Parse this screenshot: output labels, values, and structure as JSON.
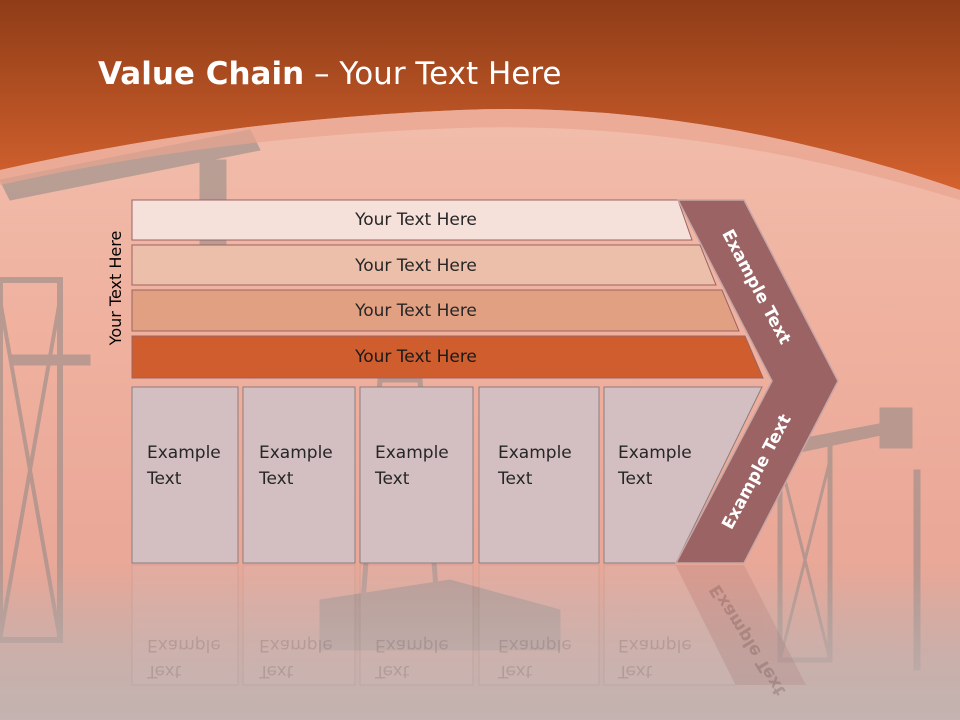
{
  "slide": {
    "title_bold": "Value Chain",
    "title_rest": " – Your Text Here",
    "vertical_label": "Your Text Here",
    "rows": [
      {
        "label": "Your Text Here",
        "color": "#f5e0da"
      },
      {
        "label": "Your Text Here",
        "color": "#ecbfaa"
      },
      {
        "label": "Your Text Here",
        "color": "#e2a083"
      },
      {
        "label": "Your Text Here",
        "color": "#cf5d2e"
      }
    ],
    "boxes": [
      {
        "line1": "Example",
        "line2": "Text"
      },
      {
        "line1": "Example",
        "line2": "Text"
      },
      {
        "line1": "Example",
        "line2": "Text"
      },
      {
        "line1": "Example",
        "line2": "Text"
      },
      {
        "line1": "Example",
        "line2": "Text"
      }
    ],
    "chevron_top": "Example Text",
    "chevron_bottom": "Example Text",
    "colors": {
      "header_top": "#8f3c17",
      "header_bottom": "#d4622f",
      "sky": "#efb8a6",
      "box_fill": "#d3bfc1",
      "chevron": "#9b6363",
      "silhouette": "#8d8886"
    }
  }
}
